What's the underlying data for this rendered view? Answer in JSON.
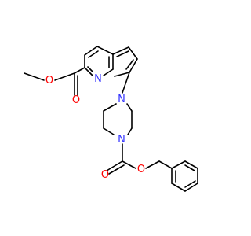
{
  "molecule": {
    "atoms": {
      "n_ring": "N",
      "n_pip_top": "N",
      "n_pip_bottom": "N",
      "o_ester_carbonyl": "O",
      "o_ester_ether": "O",
      "o_carbamate_carbonyl": "O",
      "o_carbamate_ether": "O"
    }
  },
  "colors": {
    "nitrogen": "#3333ff",
    "oxygen": "#ff0000",
    "bond": "#000000",
    "background": "#ffffff"
  }
}
